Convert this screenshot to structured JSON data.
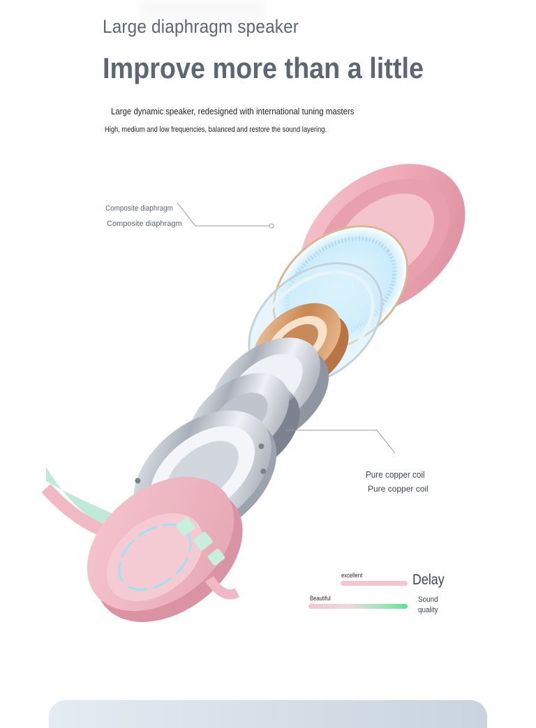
{
  "header": {
    "subtitle": "Large diaphragm speaker",
    "headline": "Improve more than a little",
    "description_line1": "Large dynamic speaker, redesigned with international tuning masters",
    "description_line2": "High, medium and low frequencies, balanced and restore the sound layering."
  },
  "callouts": {
    "diaphragm_title": "Composite diaphragm",
    "diaphragm_subtitle": "Composite diaphragm",
    "coil_title": "Pure copper coil",
    "coil_subtitle": "Pure copper coil"
  },
  "performance": {
    "delay": {
      "bar_label": "excellent",
      "label": "Delay"
    },
    "sound_quality": {
      "bar_label": "Beautiful",
      "label": "Sound quality"
    }
  },
  "colors": {
    "heading": "#5c6674",
    "earcup_pink": "#f2b5c2",
    "accent_green": "#5fe08e",
    "metal_silver": "#c8ccd4",
    "copper": "#d9a070"
  }
}
